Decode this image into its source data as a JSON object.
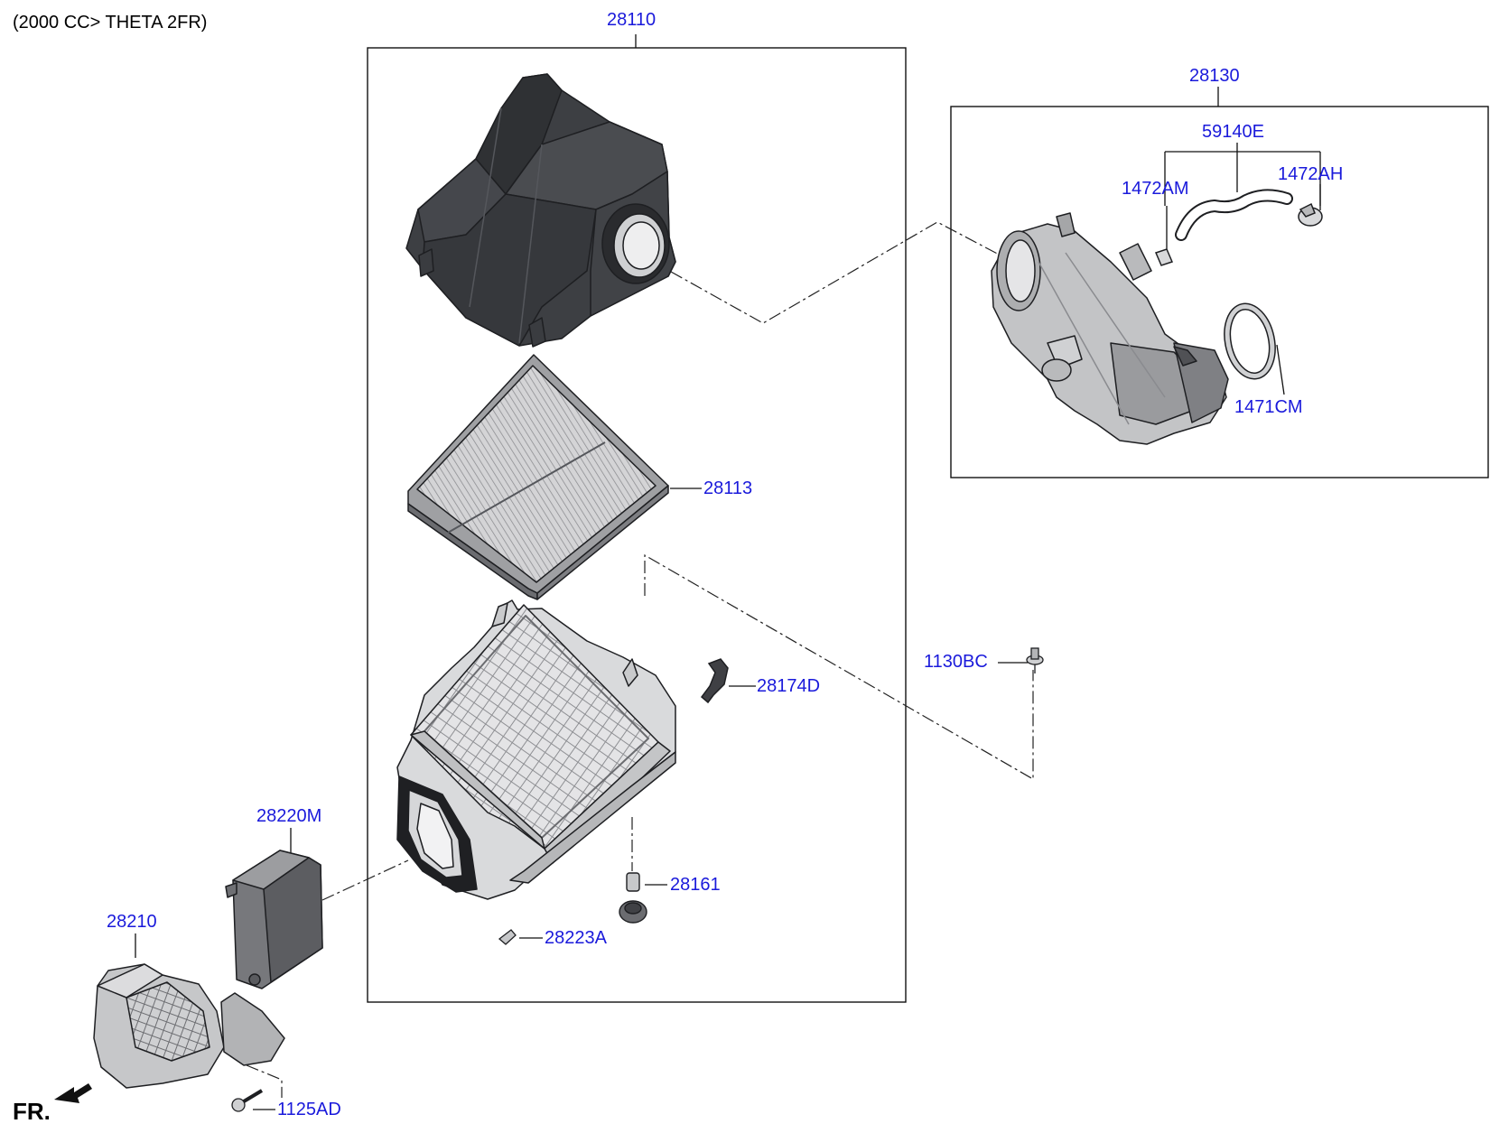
{
  "header": {
    "engine_note": "(2000 CC> THETA 2FR)"
  },
  "direction": {
    "front_label": "FR."
  },
  "colors": {
    "label": "#1a1adb",
    "line": "#111111",
    "part_dark": "#3a3c40",
    "part_light": "#c8c9cb"
  },
  "parts": {
    "p28110": "28110",
    "p28130": "28130",
    "p59140e": "59140E",
    "p1472am": "1472AM",
    "p1472ah": "1472AH",
    "p1471cm": "1471CM",
    "p28113": "28113",
    "p1130bc": "1130BC",
    "p28174d": "28174D",
    "p28220m": "28220M",
    "p28161": "28161",
    "p28210": "28210",
    "p28223a": "28223A",
    "p1125ad": "1125AD"
  }
}
